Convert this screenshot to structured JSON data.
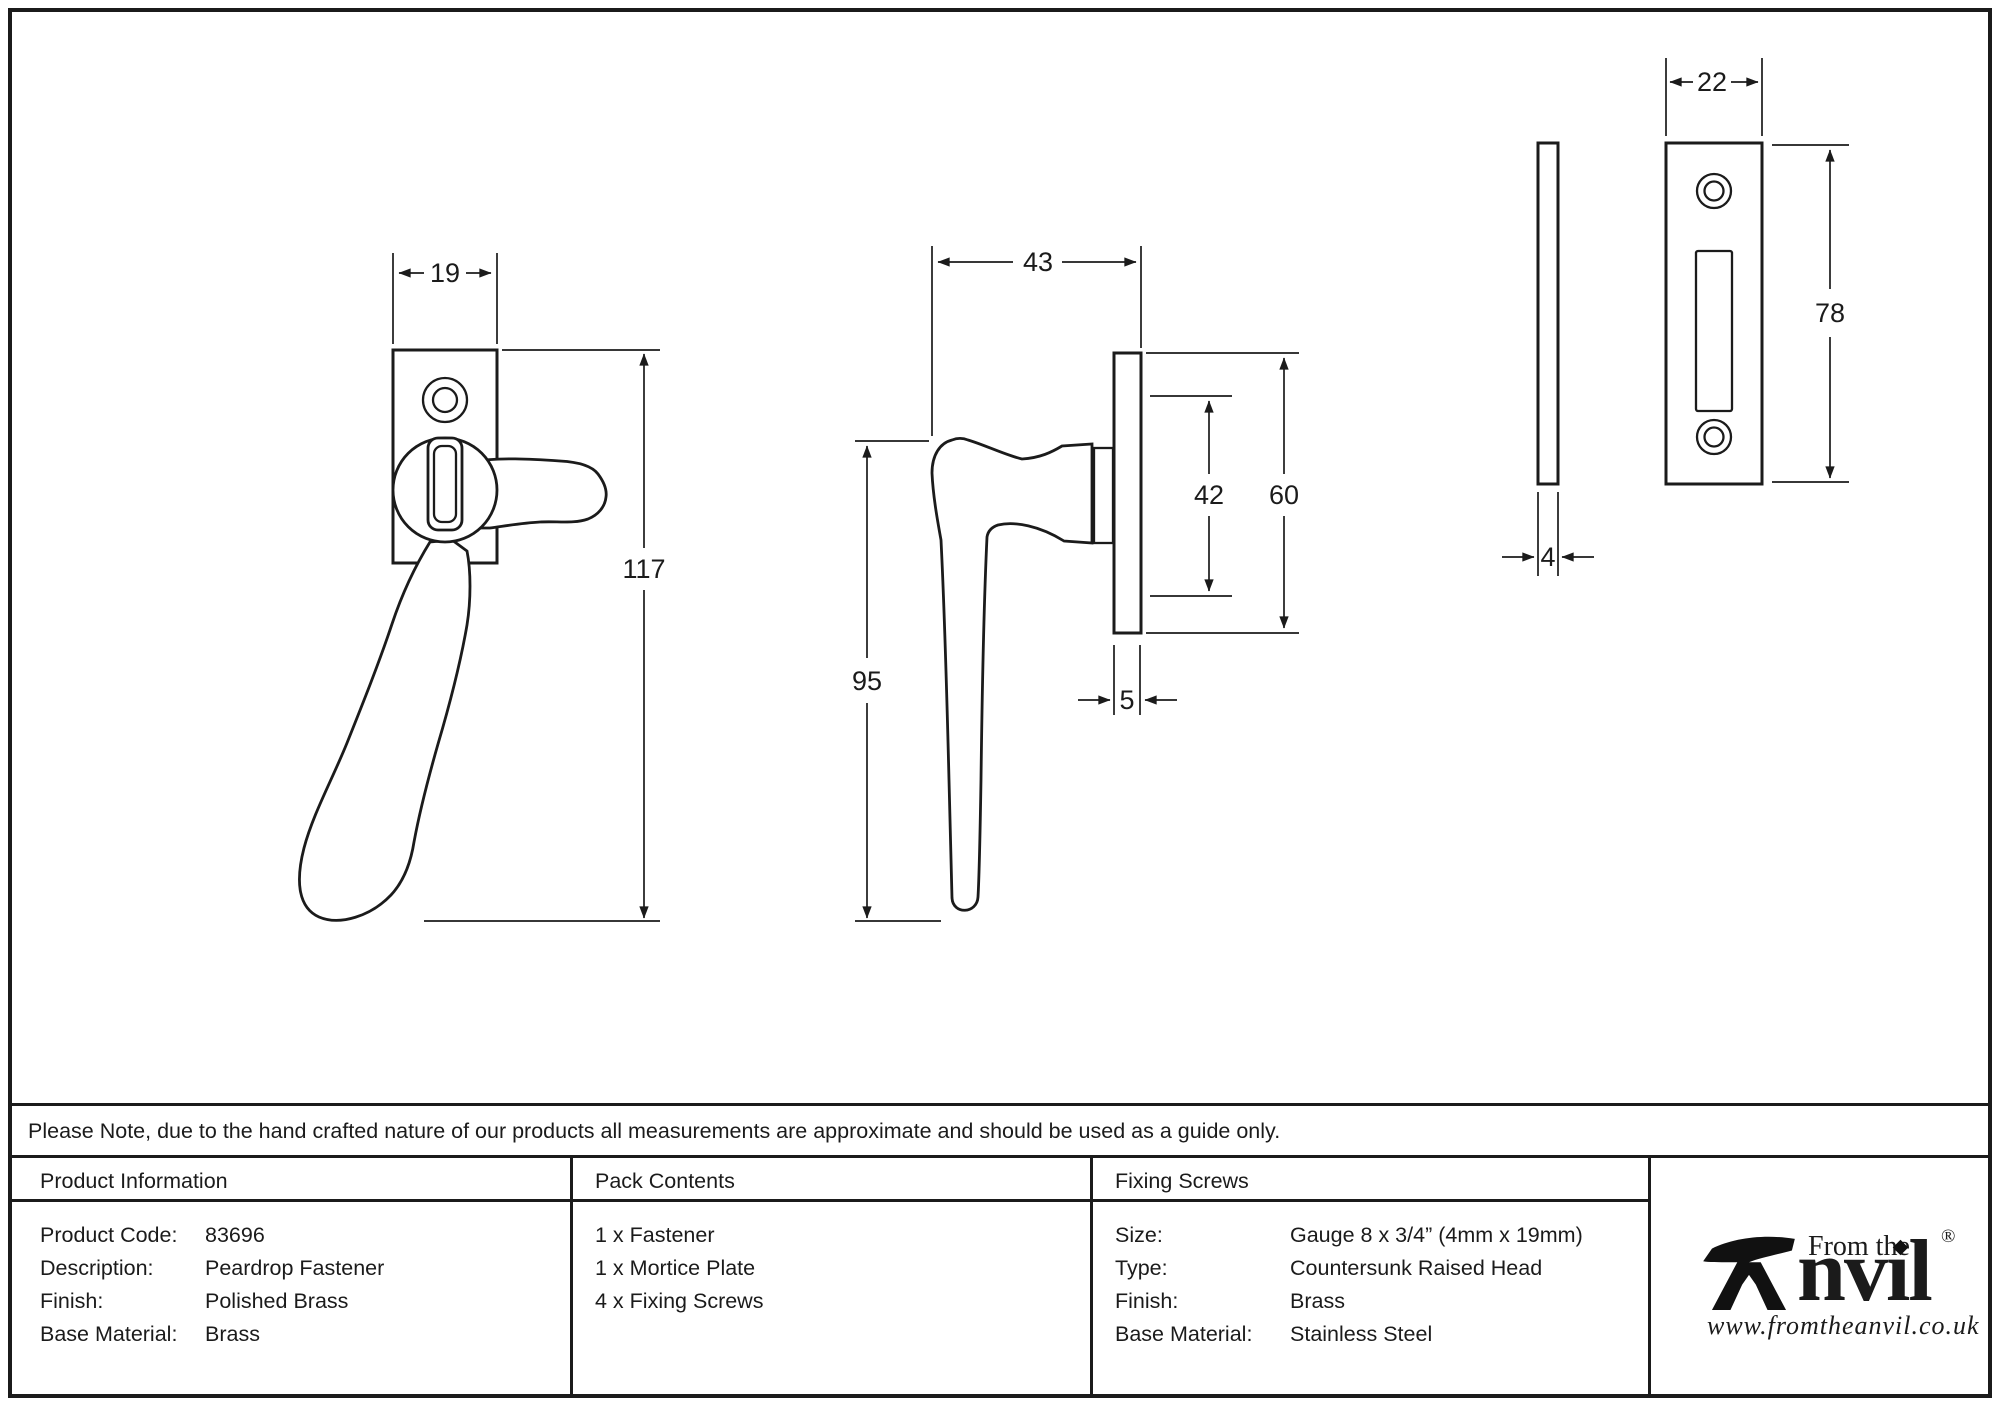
{
  "note": "Please Note, due to the hand crafted nature of our products all measurements are approximate and should be used as a guide only.",
  "dims": {
    "front_width": "19",
    "front_height": "117",
    "side_width": "43",
    "side_height": "95",
    "side_plate_inner": "42",
    "side_plate_height": "60",
    "side_plate_thickness": "5",
    "mortice_width": "22",
    "mortice_height": "78",
    "mortice_thickness": "4"
  },
  "product_information": {
    "title": "Product Information",
    "rows": [
      {
        "label": "Product Code:",
        "value": "83696"
      },
      {
        "label": "Description:",
        "value": "Peardrop Fastener"
      },
      {
        "label": "Finish:",
        "value": "Polished Brass"
      },
      {
        "label": "Base Material:",
        "value": "Brass"
      }
    ]
  },
  "pack_contents": {
    "title": "Pack Contents",
    "items": [
      "1 x Fastener",
      "1 x Mortice Plate",
      "4 x Fixing Screws"
    ]
  },
  "fixing_screws": {
    "title": "Fixing Screws",
    "rows": [
      {
        "label": "Size:",
        "value": "Gauge 8 x 3/4” (4mm x 19mm)"
      },
      {
        "label": "Type:",
        "value": "Countersunk Raised Head"
      },
      {
        "label": "Finish:",
        "value": "Brass"
      },
      {
        "label": "Base Material:",
        "value": "Stainless Steel"
      }
    ]
  },
  "logo": {
    "from_the": "From the",
    "name_rest": "nvıl",
    "registered": "®",
    "url": "www.fromtheanvil.co.uk"
  },
  "colors": {
    "line": "#1b1b1b",
    "background": "#ffffff"
  }
}
